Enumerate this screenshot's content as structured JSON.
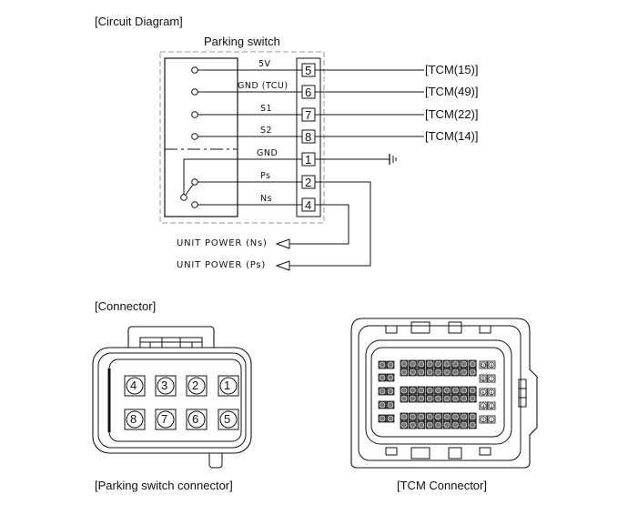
{
  "circuit": {
    "heading": "[Circuit Diagram]",
    "component_title": "Parking switch",
    "pins": [
      {
        "signal": "5V",
        "pin": "5",
        "destination": "[TCM(15)]"
      },
      {
        "signal": "GND (TCU)",
        "pin": "6",
        "destination": "[TCM(49)]"
      },
      {
        "signal": "S1",
        "pin": "7",
        "destination": "[TCM(22)]"
      },
      {
        "signal": "S2",
        "pin": "8",
        "destination": "[TCM(14)]"
      },
      {
        "signal": "GND",
        "pin": "1",
        "destination": "ground"
      },
      {
        "signal": "Ps",
        "pin": "2",
        "destination": "UNIT POWER (Ps)"
      },
      {
        "signal": "Ns",
        "pin": "4",
        "destination": "UNIT POWER (Ns)"
      }
    ],
    "unit_power_ns": "UNIT POWER (Ns)",
    "unit_power_ps": "UNIT POWER (Ps)",
    "ground_icon": "ground-symbol-icon",
    "arrow_icon": "open-triangle-arrow-icon"
  },
  "connector_section": {
    "heading": "[Connector]",
    "parking_switch_connector": {
      "caption": "[Parking switch connector]",
      "top_row": [
        "4",
        "3",
        "2",
        "1"
      ],
      "bottom_row": [
        "8",
        "7",
        "6",
        "5"
      ]
    },
    "tcm_connector": {
      "caption": "[TCM Connector]",
      "right_column_pairs": [
        [
          "10",
          "9"
        ],
        [
          "8",
          "7"
        ],
        [
          "6",
          "5"
        ],
        [
          "4",
          "3"
        ],
        [
          "2",
          "1"
        ]
      ]
    }
  }
}
